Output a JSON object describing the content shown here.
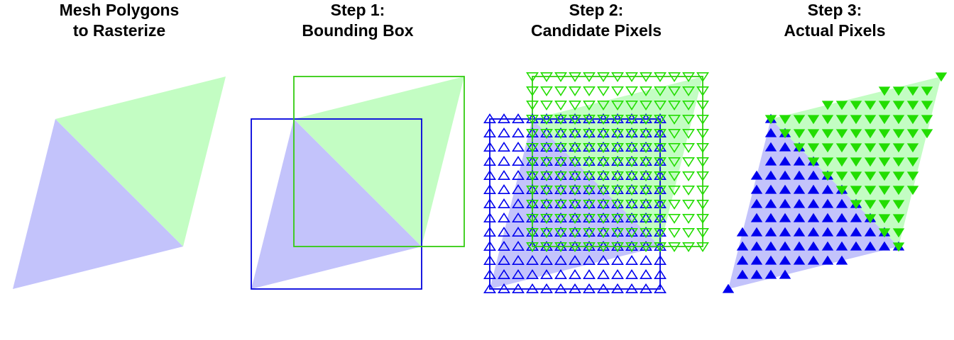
{
  "panels": [
    {
      "title_line1": "Mesh Polygons",
      "title_line2": "to Rasterize"
    },
    {
      "title_line1": "Step 1:",
      "title_line2": "Bounding Box"
    },
    {
      "title_line1": "Step 2:",
      "title_line2": "Candidate Pixels"
    },
    {
      "title_line1": "Step 3:",
      "title_line2": "Actual Pixels"
    }
  ],
  "colors": {
    "blue_fill": "#c3c3fb",
    "green_fill": "#c3fdc3",
    "blue_stroke": "#0000dd",
    "green_stroke": "#33cc11",
    "blue_marker": "#0000ee",
    "green_marker": "#22dd00"
  },
  "icons": {
    "blue_marker": "triangle-up-icon",
    "green_marker": "triangle-down-icon"
  }
}
